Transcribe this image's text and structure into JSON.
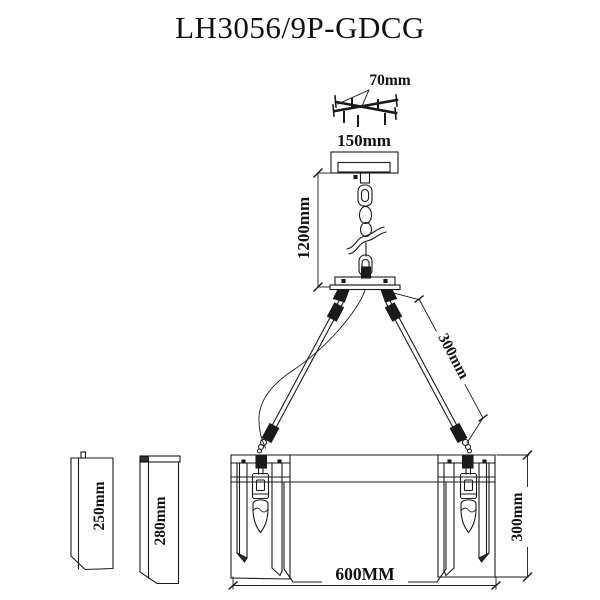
{
  "title": "LH3056/9P-GDCG",
  "colors": {
    "line": "#1a1a1a",
    "background": "#ffffff"
  },
  "labels": {
    "bracket_width": "70mm",
    "canopy_width": "150mm",
    "suspension_height": "1200mm",
    "arm_length": "300mm",
    "body_width": "600MM",
    "body_height": "300mm",
    "panel_small_height": "250mm",
    "panel_large_height": "280mm"
  }
}
